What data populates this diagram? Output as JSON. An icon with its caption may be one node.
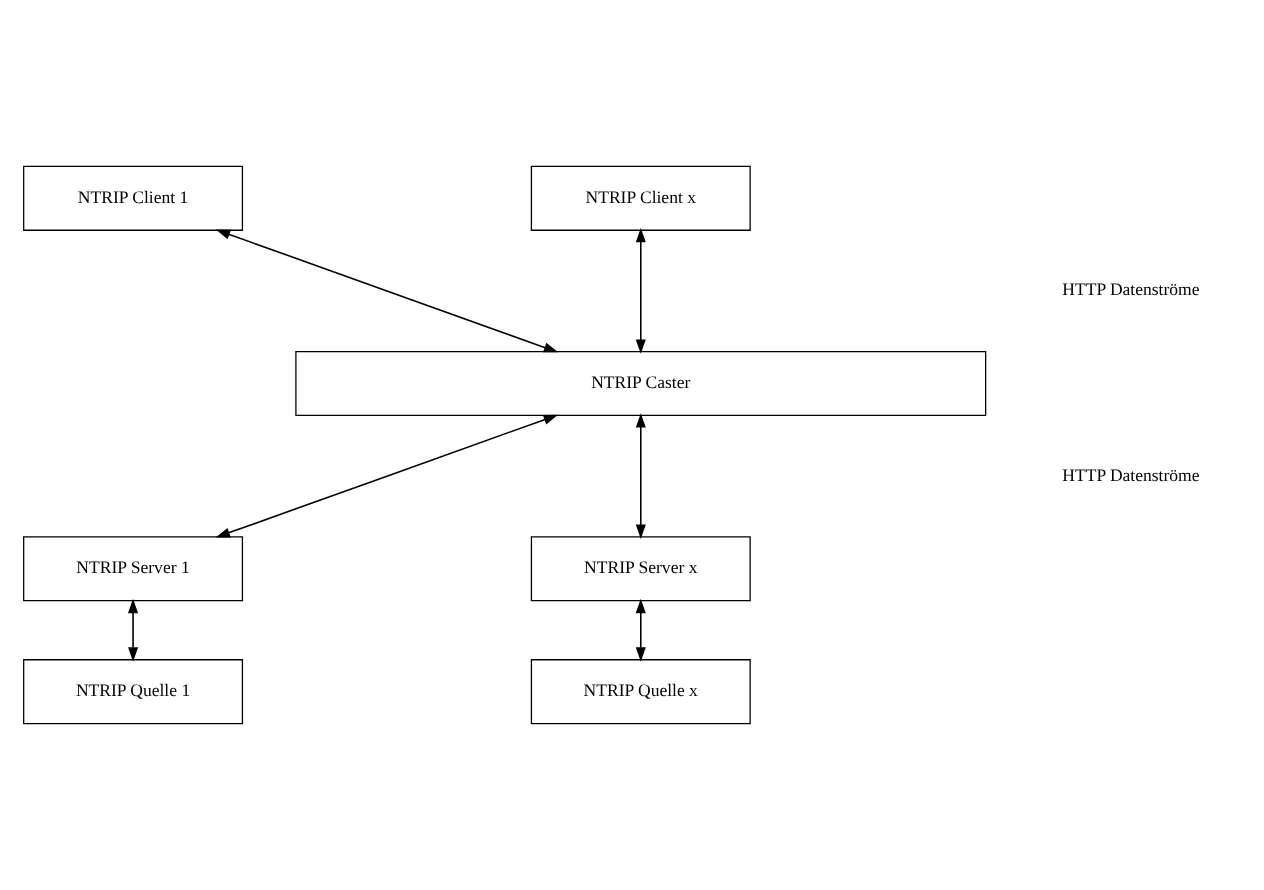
{
  "diagram": {
    "nodes": [
      {
        "text": [
          "NTRIP Client 1"
        ]
      },
      {
        "text": [
          "NTRIP Client x"
        ]
      },
      {
        "text": [
          "NTRIP Caster"
        ]
      },
      {
        "text": [
          "NTRIP Server 1"
        ]
      },
      {
        "text": [
          "NTRIP Server x"
        ]
      },
      {
        "text": [
          "NTRIP Quelle 1"
        ]
      },
      {
        "text": [
          "NTRIP Quelle x"
        ]
      }
    ],
    "edges": [
      {
        "from": 0,
        "to": 2,
        "arrow": "both"
      },
      {
        "from": 1,
        "to": 2,
        "arrow": "both"
      },
      {
        "from": 2,
        "to": 3,
        "arrow": "both"
      },
      {
        "from": 2,
        "to": 4,
        "arrow": "both"
      },
      {
        "from": 3,
        "to": 5,
        "arrow": "both"
      },
      {
        "from": 4,
        "to": 6,
        "arrow": "both"
      }
    ],
    "labels": [
      "HTTP Datenströme",
      "HTTP Datenströme"
    ]
  }
}
